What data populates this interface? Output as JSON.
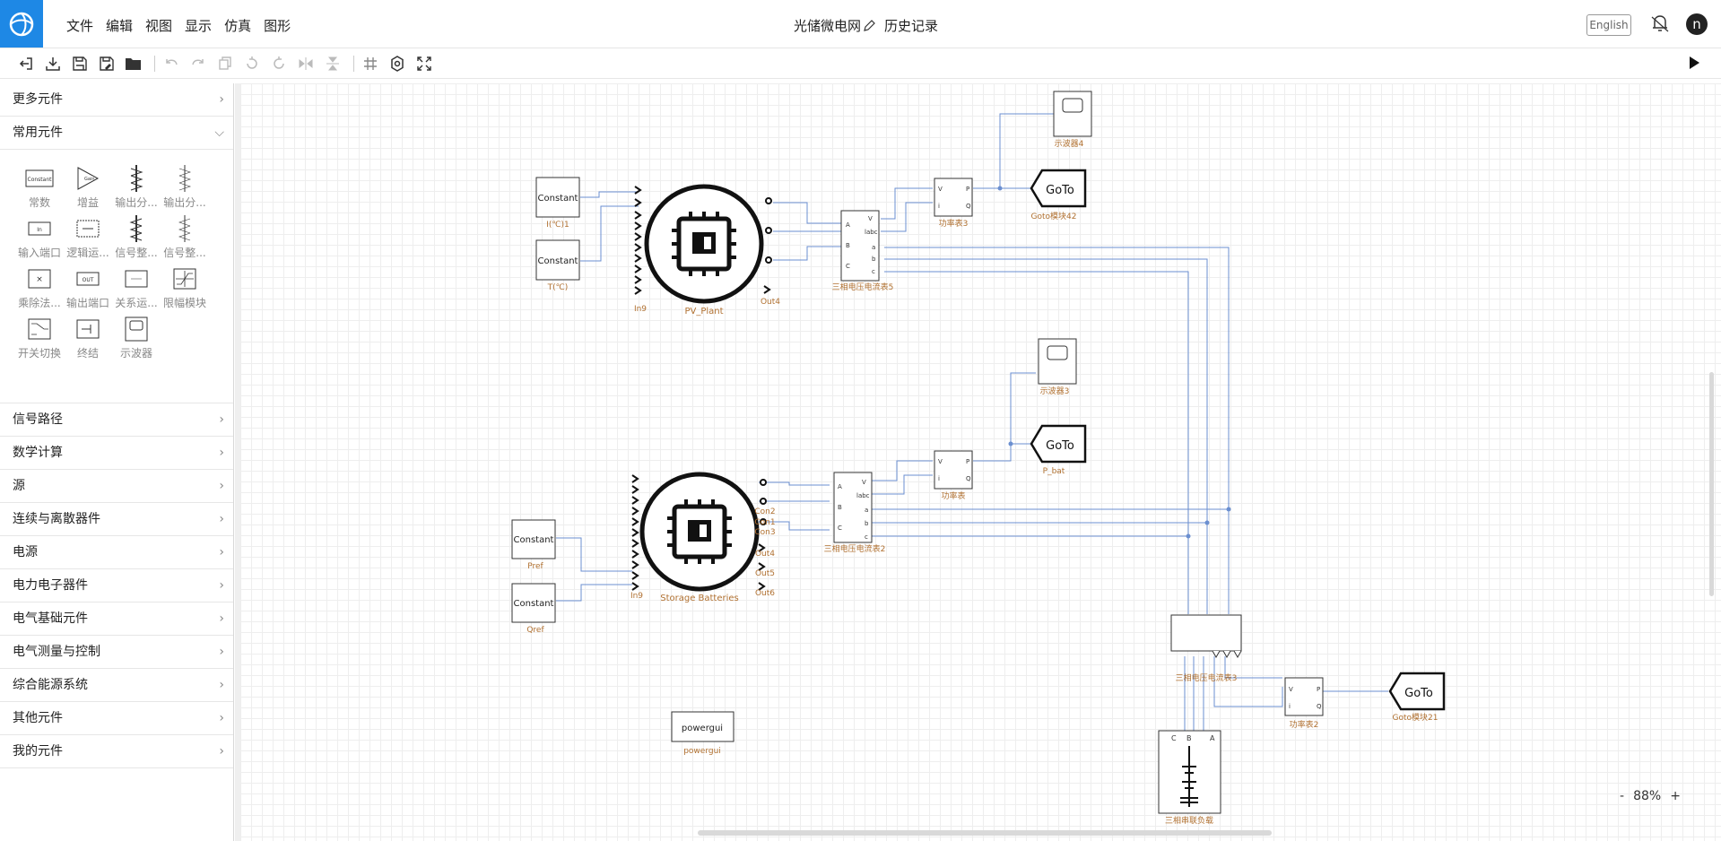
{
  "topbar": {
    "menu": [
      "文件",
      "编辑",
      "视图",
      "显示",
      "仿真",
      "图形"
    ],
    "project_title": "光储微电网",
    "history": "历史记录",
    "language_button": "English",
    "avatar_letter": "n"
  },
  "sidebar": {
    "more_components": "更多元件",
    "common_components": "常用元件",
    "palette": [
      "常数",
      "增益",
      "输出分...",
      "输出分...",
      "输入端口",
      "逻辑运...",
      "信号整...",
      "信号整...",
      "乘除法...",
      "输出端口",
      "关系运...",
      "限幅模块",
      "开关切换",
      "终结",
      "示波器"
    ],
    "palette_icon_text": {
      "constant": "Constant",
      "gain": "Gain",
      "in": "In",
      "out": "OUT"
    },
    "sections": [
      "信号路径",
      "数学计算",
      "源",
      "连续与离散器件",
      "电源",
      "电力电子器件",
      "电气基础元件",
      "电气测量与控制",
      "综合能源系统",
      "其他元件",
      "我的元件"
    ]
  },
  "canvas": {
    "constant_label": "Constant",
    "goto_label": "GoTo",
    "powergui_label": "powergui",
    "blocks": {
      "scope4": "示波器4",
      "scope3": "示波器3",
      "const_i": "I(℃)1",
      "const_t": "T(℃)",
      "pv_plant": "PV_Plant",
      "pv_in9": "In9",
      "pv_out4": "Out4",
      "meter5": "三相电压电流表5",
      "power3": "功率表3",
      "goto42": "Goto模块42",
      "power_mid": "功率表",
      "p_bat": "P_bat",
      "meter2": "三相电压电流表2",
      "storage": "Storage Batteries",
      "st_in9": "In9",
      "con1": "Con1",
      "con2": "Con2",
      "con3": "Con3",
      "out4": "Out4",
      "out5": "Out5",
      "out6": "Out6",
      "pref": "Pref",
      "qref": "Qref",
      "meter3": "三相电压电流表3",
      "power2": "功率表2",
      "goto21": "Goto模块21",
      "load": "三相串联负载",
      "powergui": "powergui"
    }
  },
  "zoom": {
    "minus": "-",
    "value": "88%",
    "plus": "+"
  },
  "colors": {
    "accent": "#1e88e5",
    "wire": "#6b8fd0",
    "label": "#b07030"
  }
}
